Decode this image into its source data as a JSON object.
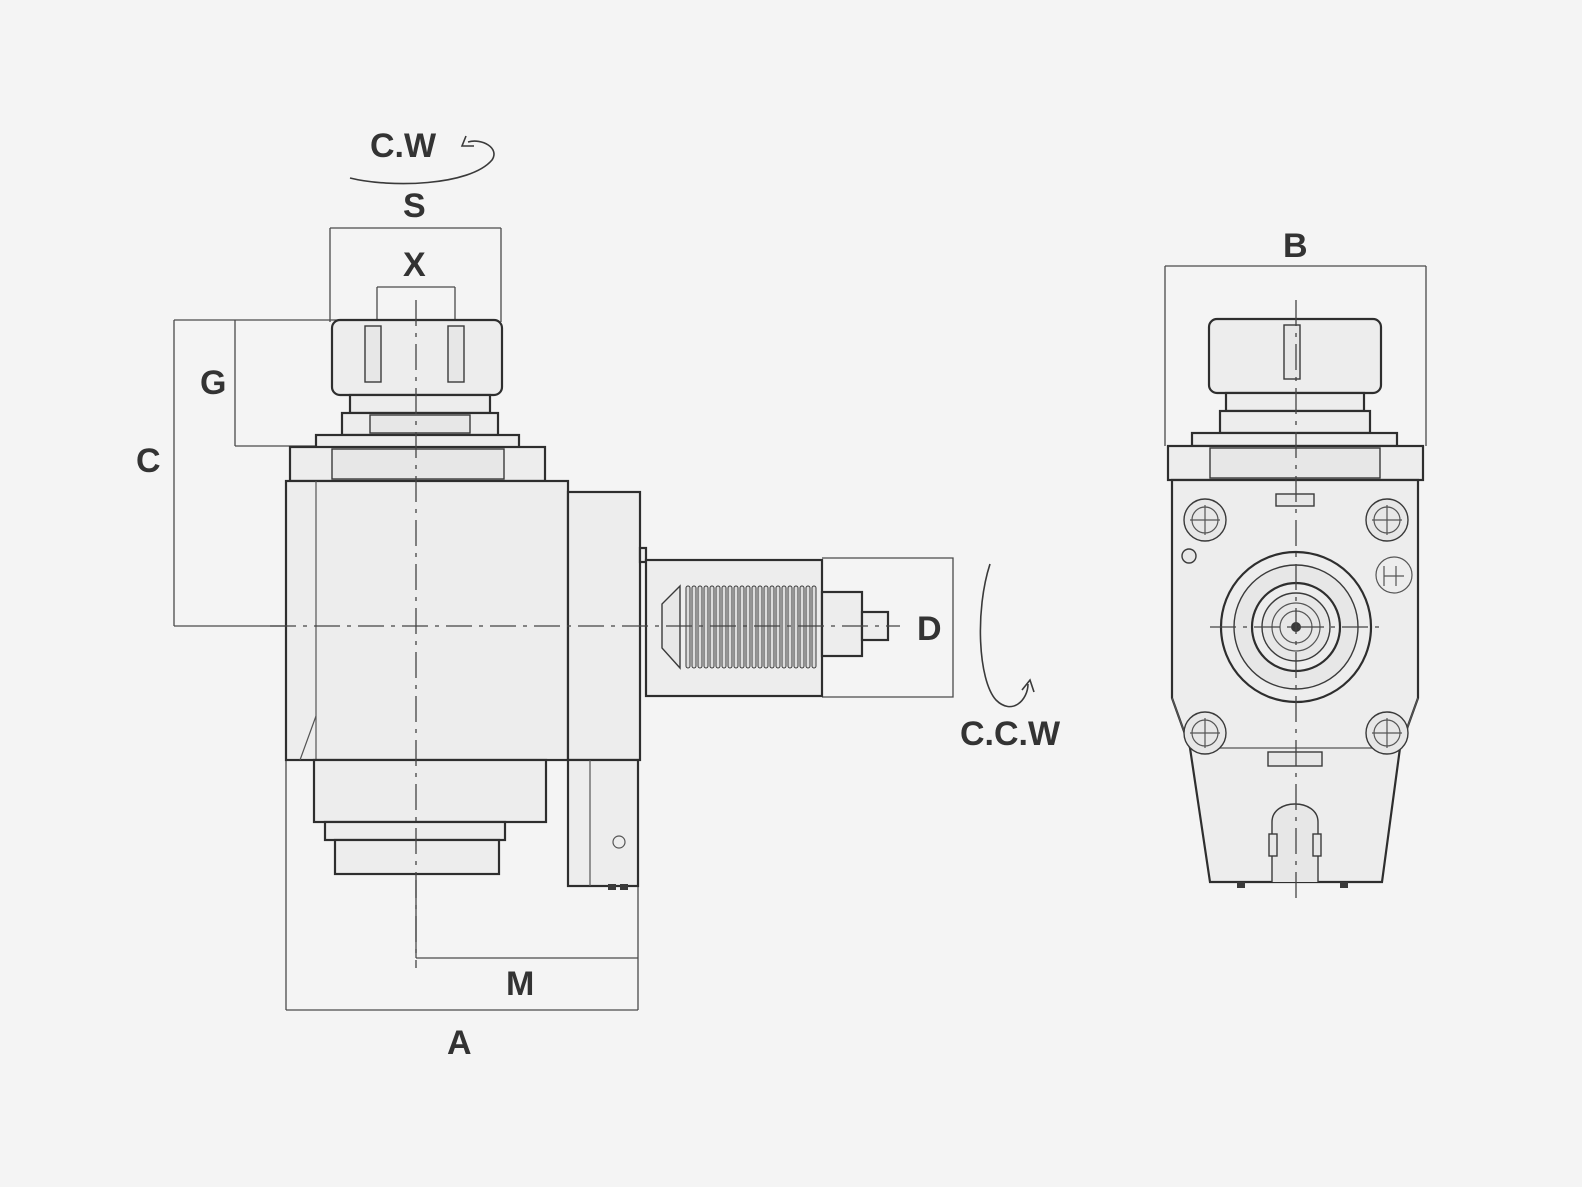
{
  "labels": {
    "cw": "C.W",
    "ccw": "C.C.W",
    "s": "S",
    "x": "X",
    "g": "G",
    "c": "C",
    "d": "D",
    "m": "M",
    "a": "A",
    "b": "B"
  },
  "colors": {
    "background": "#f4f4f4",
    "line": "#2e2e2e",
    "fill": "#ededed",
    "text": "#333333"
  },
  "views": [
    "side-view",
    "front-view"
  ]
}
